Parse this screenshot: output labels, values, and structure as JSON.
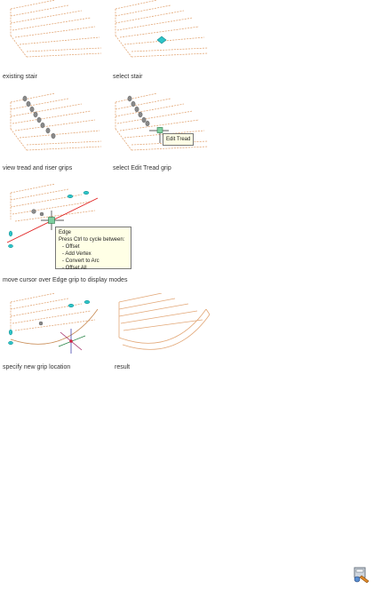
{
  "panels": [
    {
      "caption": "existing stair"
    },
    {
      "caption": "select stair"
    },
    {
      "caption": "view tread and riser grips"
    },
    {
      "caption": "select Edit Tread grip",
      "tooltip": "Edit Tread"
    },
    {
      "caption": "move cursor over Edge grip to display modes",
      "tooltip_lines": [
        "Edge",
        "Press Ctrl to cycle between:",
        "- Offset",
        "- Add Vertex",
        "- Convert to Arc",
        "- Offset All"
      ]
    },
    {
      "caption": "specify new grip location"
    },
    {
      "caption": "result"
    }
  ],
  "colors": {
    "stair_line": "#e3a878",
    "grip_gray": "#8a8a8a",
    "grip_cyan": "#2ec4c8",
    "edge_red": "#e02020",
    "tooltip_bg": "#ffffe6"
  },
  "icons": {
    "corner": "tool-palette-icon"
  }
}
